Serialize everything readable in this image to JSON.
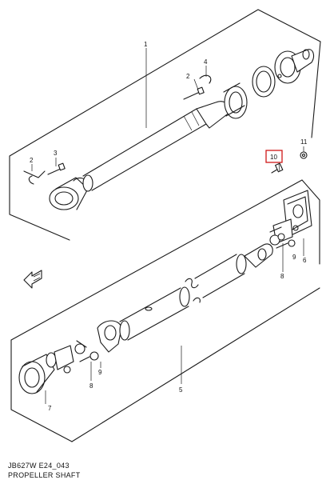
{
  "callouts": {
    "c1": "1",
    "c2": "2",
    "c3": "3",
    "c4": "4",
    "c5": "5",
    "c6": "6",
    "c7": "7",
    "c8_right": "8",
    "c8_left": "8",
    "c9_right": "9",
    "c9_left": "9",
    "c10": "10",
    "c11": "11"
  },
  "highlight": {
    "part": "10",
    "color": "#d01818"
  },
  "footer": {
    "code": "JB627W E24_043",
    "title": "PROPELLER SHAFT"
  }
}
